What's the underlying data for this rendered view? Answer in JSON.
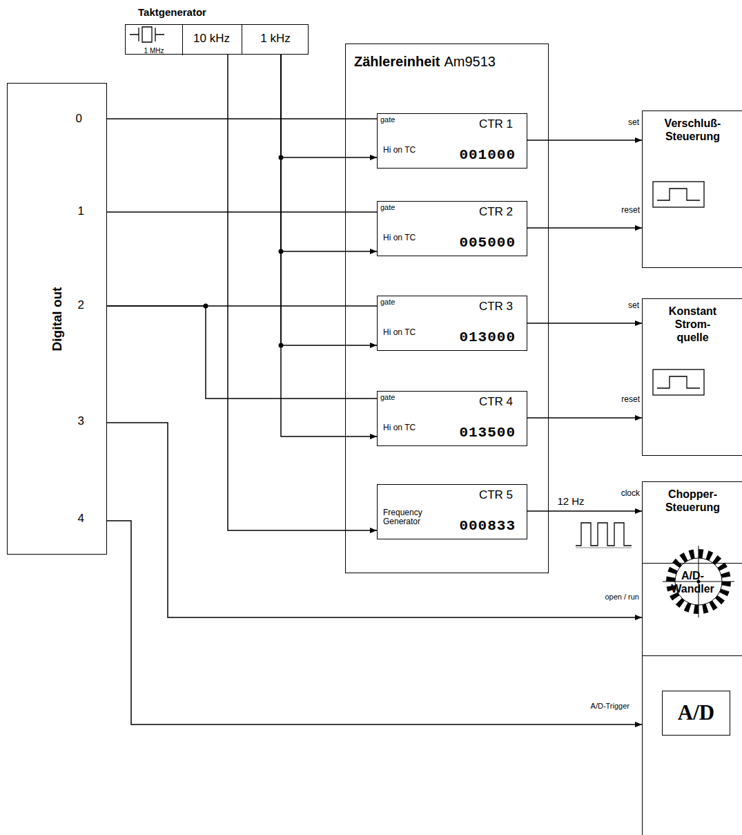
{
  "diagram": {
    "nodes": [
      {
        "text": [
          "Taktgenerator"
        ]
      },
      {
        "text": [
          "1 MHz"
        ],
        "in": 0
      },
      {
        "text": [
          "10 kHz"
        ],
        "in": 0
      },
      {
        "text": [
          "1 kHz"
        ],
        "in": 0
      },
      {
        "text": [
          "Digital out"
        ]
      },
      {
        "text": [
          "Zählereinheit",
          "Am9513"
        ]
      },
      {
        "text": [
          "gate",
          "CTR 1",
          "Hi on TC",
          "001000"
        ],
        "in": 5
      },
      {
        "text": [
          "gate",
          "CTR 2",
          "Hi on TC",
          "005000"
        ],
        "in": 5
      },
      {
        "text": [
          "gate",
          "CTR 3",
          "Hi on TC",
          "013000"
        ],
        "in": 5
      },
      {
        "text": [
          "gate",
          "CTR 4",
          "Hi on TC",
          "013500"
        ],
        "in": 5
      },
      {
        "text": [
          "CTR 5",
          "Frequency Generator",
          "000833"
        ],
        "in": 5
      },
      {
        "text": [
          "Verschluß- Steuerung"
        ]
      },
      {
        "text": [
          "Konstant Strom- quelle"
        ]
      },
      {
        "text": [
          "Chopper- Steuerung"
        ]
      },
      {
        "text": [
          "A/D- Wandler"
        ]
      },
      {
        "text": [
          "A/D"
        ],
        "in": 14
      }
    ],
    "edges": [
      {
        "from": 4,
        "to": 6,
        "arrow": "none"
      },
      {
        "from": 4,
        "to": 7,
        "arrow": "none"
      },
      {
        "from": 4,
        "to": 8,
        "arrow": "none"
      },
      {
        "from": 4,
        "to": 9,
        "arrow": "none"
      },
      {
        "from": 3,
        "to": 6,
        "arrow": "to"
      },
      {
        "from": 3,
        "to": 7,
        "arrow": "to"
      },
      {
        "from": 3,
        "to": 8,
        "arrow": "to"
      },
      {
        "from": 3,
        "to": 9,
        "arrow": "to"
      },
      {
        "from": 2,
        "to": 10,
        "arrow": "to"
      },
      {
        "from": 6,
        "to": 11,
        "arrow": "to"
      },
      {
        "from": 7,
        "to": 11,
        "arrow": "to"
      },
      {
        "from": 8,
        "to": 12,
        "arrow": "to"
      },
      {
        "from": 9,
        "to": 12,
        "arrow": "to"
      },
      {
        "from": 10,
        "to": 13,
        "label": "12 Hz",
        "arrow": "to"
      },
      {
        "from": 4,
        "to": 13,
        "arrow": "to"
      },
      {
        "from": 4,
        "to": 14,
        "arrow": "to"
      }
    ],
    "labels": [
      "0",
      "1",
      "2",
      "3",
      "4",
      "set",
      "reset",
      "set",
      "reset",
      "clock",
      "open / run",
      "A/D-Trigger"
    ]
  }
}
